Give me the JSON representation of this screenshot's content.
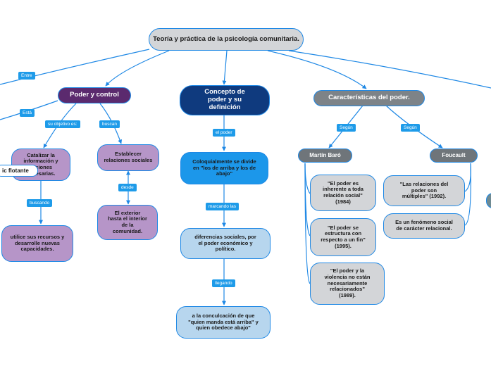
{
  "root": {
    "title": "Teoría y práctica de la psicología comunitaria."
  },
  "labels": {
    "entre": "Entre",
    "esta": "Está",
    "su_objetivo": "su objetivo es:",
    "buscan": "buscan",
    "el_poder": "el poder",
    "segun_1": "Según",
    "segun_2": "Según",
    "buscando": "buscando",
    "desde": "desde",
    "marcando_las": "marcando las",
    "llegando": "llegando"
  },
  "poder_control": {
    "title": "Poder y control",
    "catalizar": "Catalizar la información y acciones necesarias.",
    "floating": "ic flotante",
    "utilice": "utilice sus recursos y desarrolle nuevas capacidades.",
    "establecer": "Establecer relaciones sociales",
    "exterior": "El exterior hasta el interior de la comunidad."
  },
  "concepto": {
    "title": "Concepto de poder y su definición",
    "coloquialmente": "Coloquialmente se divide en \"los de arriba y los de abajo\"",
    "diferencias": "diferencias sociales, por el poder económico y político.",
    "conculcacion": "a la conculcación de que \"quien manda está arriba\" y quien obedece abajo\""
  },
  "caracteristicas": {
    "title": "Características del poder.",
    "martin": {
      "name": "Martín Baró",
      "items": [
        "\"El poder es inherente a toda relación social\" (1984)",
        "\"El poder se estructura con respecto a un fin\" (1995).",
        "\"El poder y la violencia no están necesariamente relacionados\" (1989)."
      ]
    },
    "foucault": {
      "name": "Foucault",
      "items": [
        "\"Las relaciones del poder son múltiples\" (1992).",
        "Es un fenómeno social de carácter relacional."
      ]
    }
  }
}
